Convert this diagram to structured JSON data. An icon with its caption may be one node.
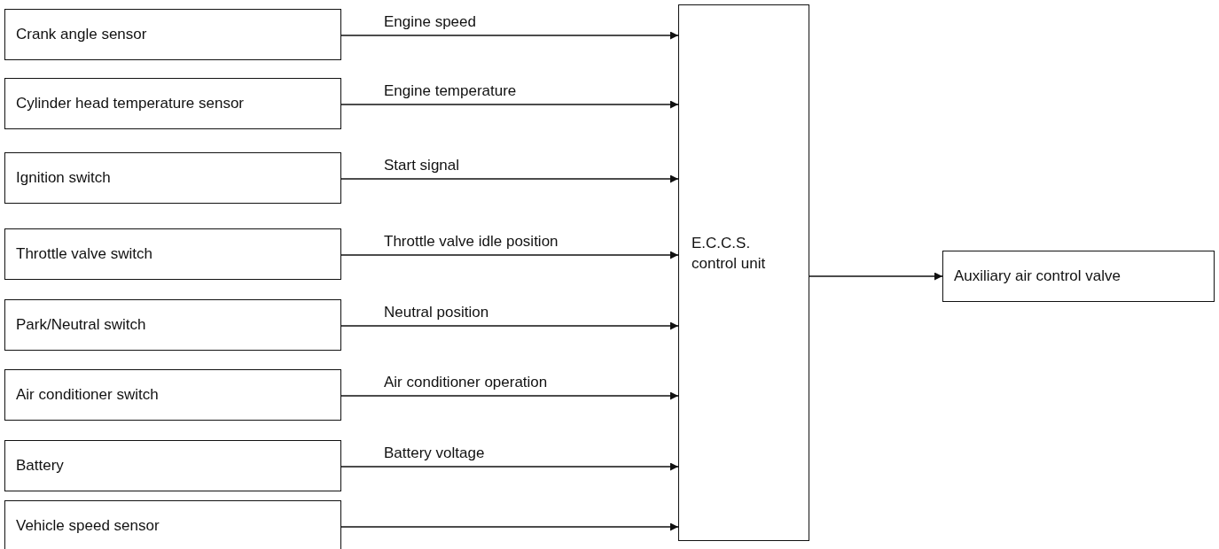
{
  "diagram": {
    "nodes": [
      {
        "text": [
          "Crank angle sensor"
        ]
      },
      {
        "text": [
          "Cylinder head temperature sensor"
        ]
      },
      {
        "text": [
          "Ignition switch"
        ]
      },
      {
        "text": [
          "Throttle valve switch"
        ]
      },
      {
        "text": [
          "Park/Neutral switch"
        ]
      },
      {
        "text": [
          "Air conditioner switch"
        ]
      },
      {
        "text": [
          "Battery"
        ]
      },
      {
        "text": [
          "Vehicle speed sensor"
        ]
      },
      {
        "text": [
          "E.C.C.S. control unit"
        ]
      },
      {
        "text": [
          "Auxiliary air control valve"
        ]
      }
    ],
    "edges": [
      {
        "from": 0,
        "to": 8,
        "arrow": "to",
        "label": "Engine speed"
      },
      {
        "from": 1,
        "to": 8,
        "arrow": "to",
        "label": "Engine temperature"
      },
      {
        "from": 2,
        "to": 8,
        "arrow": "to",
        "label": "Start signal"
      },
      {
        "from": 3,
        "to": 8,
        "arrow": "to",
        "label": "Throttle valve idle position"
      },
      {
        "from": 4,
        "to": 8,
        "arrow": "to",
        "label": "Neutral position"
      },
      {
        "from": 5,
        "to": 8,
        "arrow": "to",
        "label": "Air conditioner operation"
      },
      {
        "from": 6,
        "to": 8,
        "arrow": "to",
        "label": "Battery voltage"
      },
      {
        "from": 7,
        "to": 8,
        "arrow": "to"
      },
      {
        "from": 8,
        "to": 9,
        "arrow": "to"
      }
    ]
  }
}
